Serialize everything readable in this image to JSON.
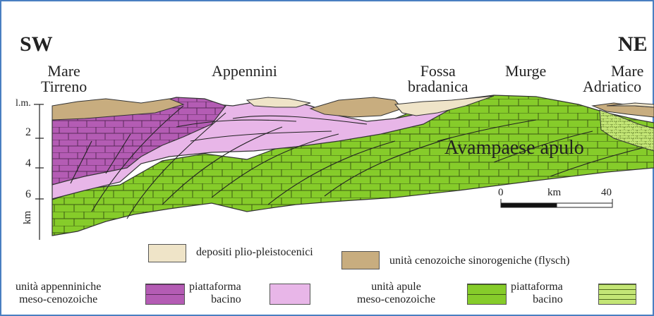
{
  "section": {
    "direction_left": "SW",
    "direction_right": "NE",
    "places": {
      "mare_tirreno": [
        "Mare",
        "Tirreno"
      ],
      "appennini": "Appennini",
      "fossa_bradanica": [
        "Fossa",
        "bradanica"
      ],
      "murge": "Murge",
      "mare_adriatico": [
        "Mare",
        "Adriatico"
      ]
    },
    "foreland_label": "Avampaese apulo",
    "depth_axis": {
      "zero_label": "l.m.",
      "ticks": [
        "2",
        "4",
        "6"
      ],
      "unit": "km"
    },
    "scale_bar": {
      "start_label": "0",
      "unit_label": "km",
      "end_label": "40",
      "start_value": 0,
      "end_value": 40
    }
  },
  "legend": {
    "plio_pleistocene": "depositi plio-pleistocenici",
    "flysch": "unità cenozoiche sinorogeniche (flysch)",
    "apennine_units": [
      "unità appenniniche",
      "meso-cenozoiche"
    ],
    "apulian_units": [
      "unità apule",
      "meso-cenozoiche"
    ],
    "piattaforma": "piattaforma",
    "bacino": "bacino"
  },
  "colors": {
    "frame": "#4a7fc1",
    "plio_pleistocene": "#efe4c8",
    "flysch": "#c8ad7f",
    "apennine_platform": "#b45cb4",
    "apennine_basin": "#e8b6e8",
    "apulian_platform": "#86cc2a",
    "apulian_basin": "#c4e676"
  }
}
